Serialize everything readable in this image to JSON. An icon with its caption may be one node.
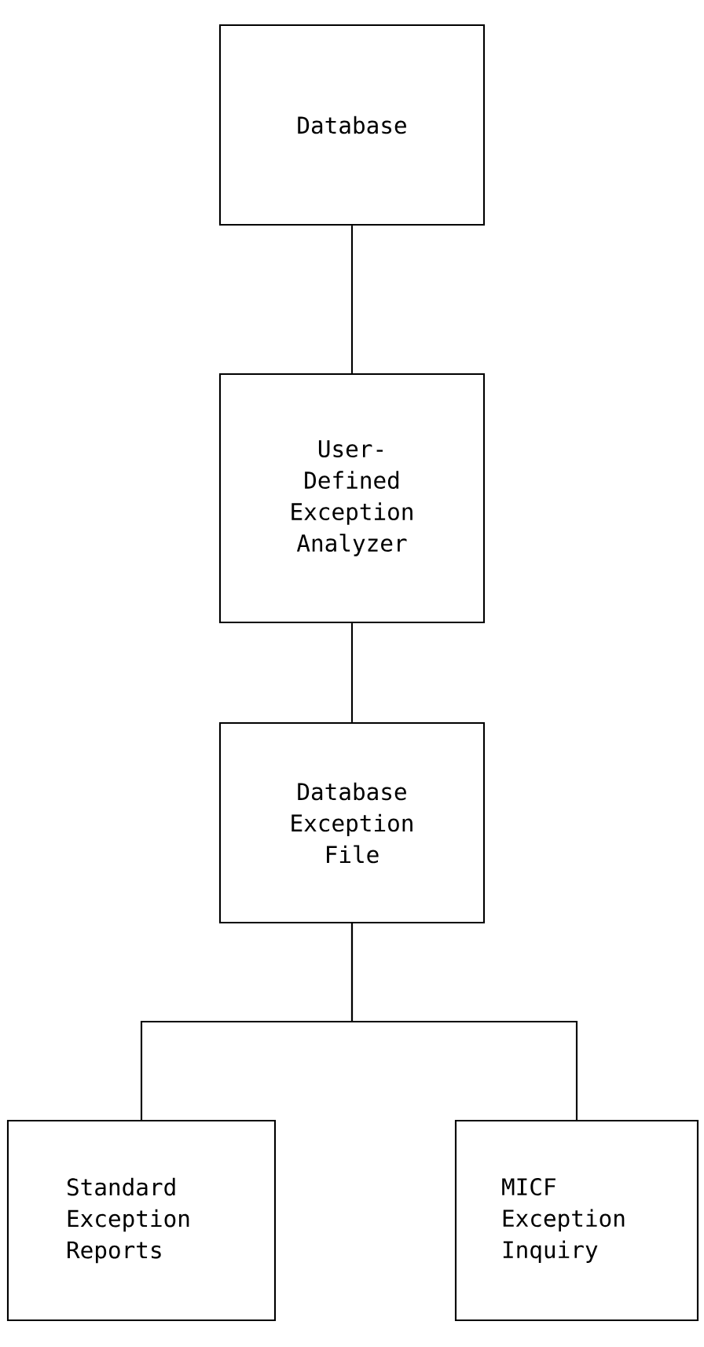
{
  "diagram": {
    "nodes": [
      {
        "text": [
          "Database"
        ]
      },
      {
        "text": [
          "User-Defined Exception Analyzer"
        ]
      },
      {
        "text": [
          "Database Exception File"
        ]
      },
      {
        "text": [
          "Standard Exception Reports"
        ]
      },
      {
        "text": [
          "MICF Exception Inquiry"
        ]
      }
    ],
    "edges": [
      {
        "from": 0,
        "to": 1,
        "arrow": "none"
      },
      {
        "from": 1,
        "to": 2,
        "arrow": "none"
      },
      {
        "from": 2,
        "to": 3,
        "arrow": "none"
      },
      {
        "from": 2,
        "to": 4,
        "arrow": "none"
      }
    ]
  }
}
